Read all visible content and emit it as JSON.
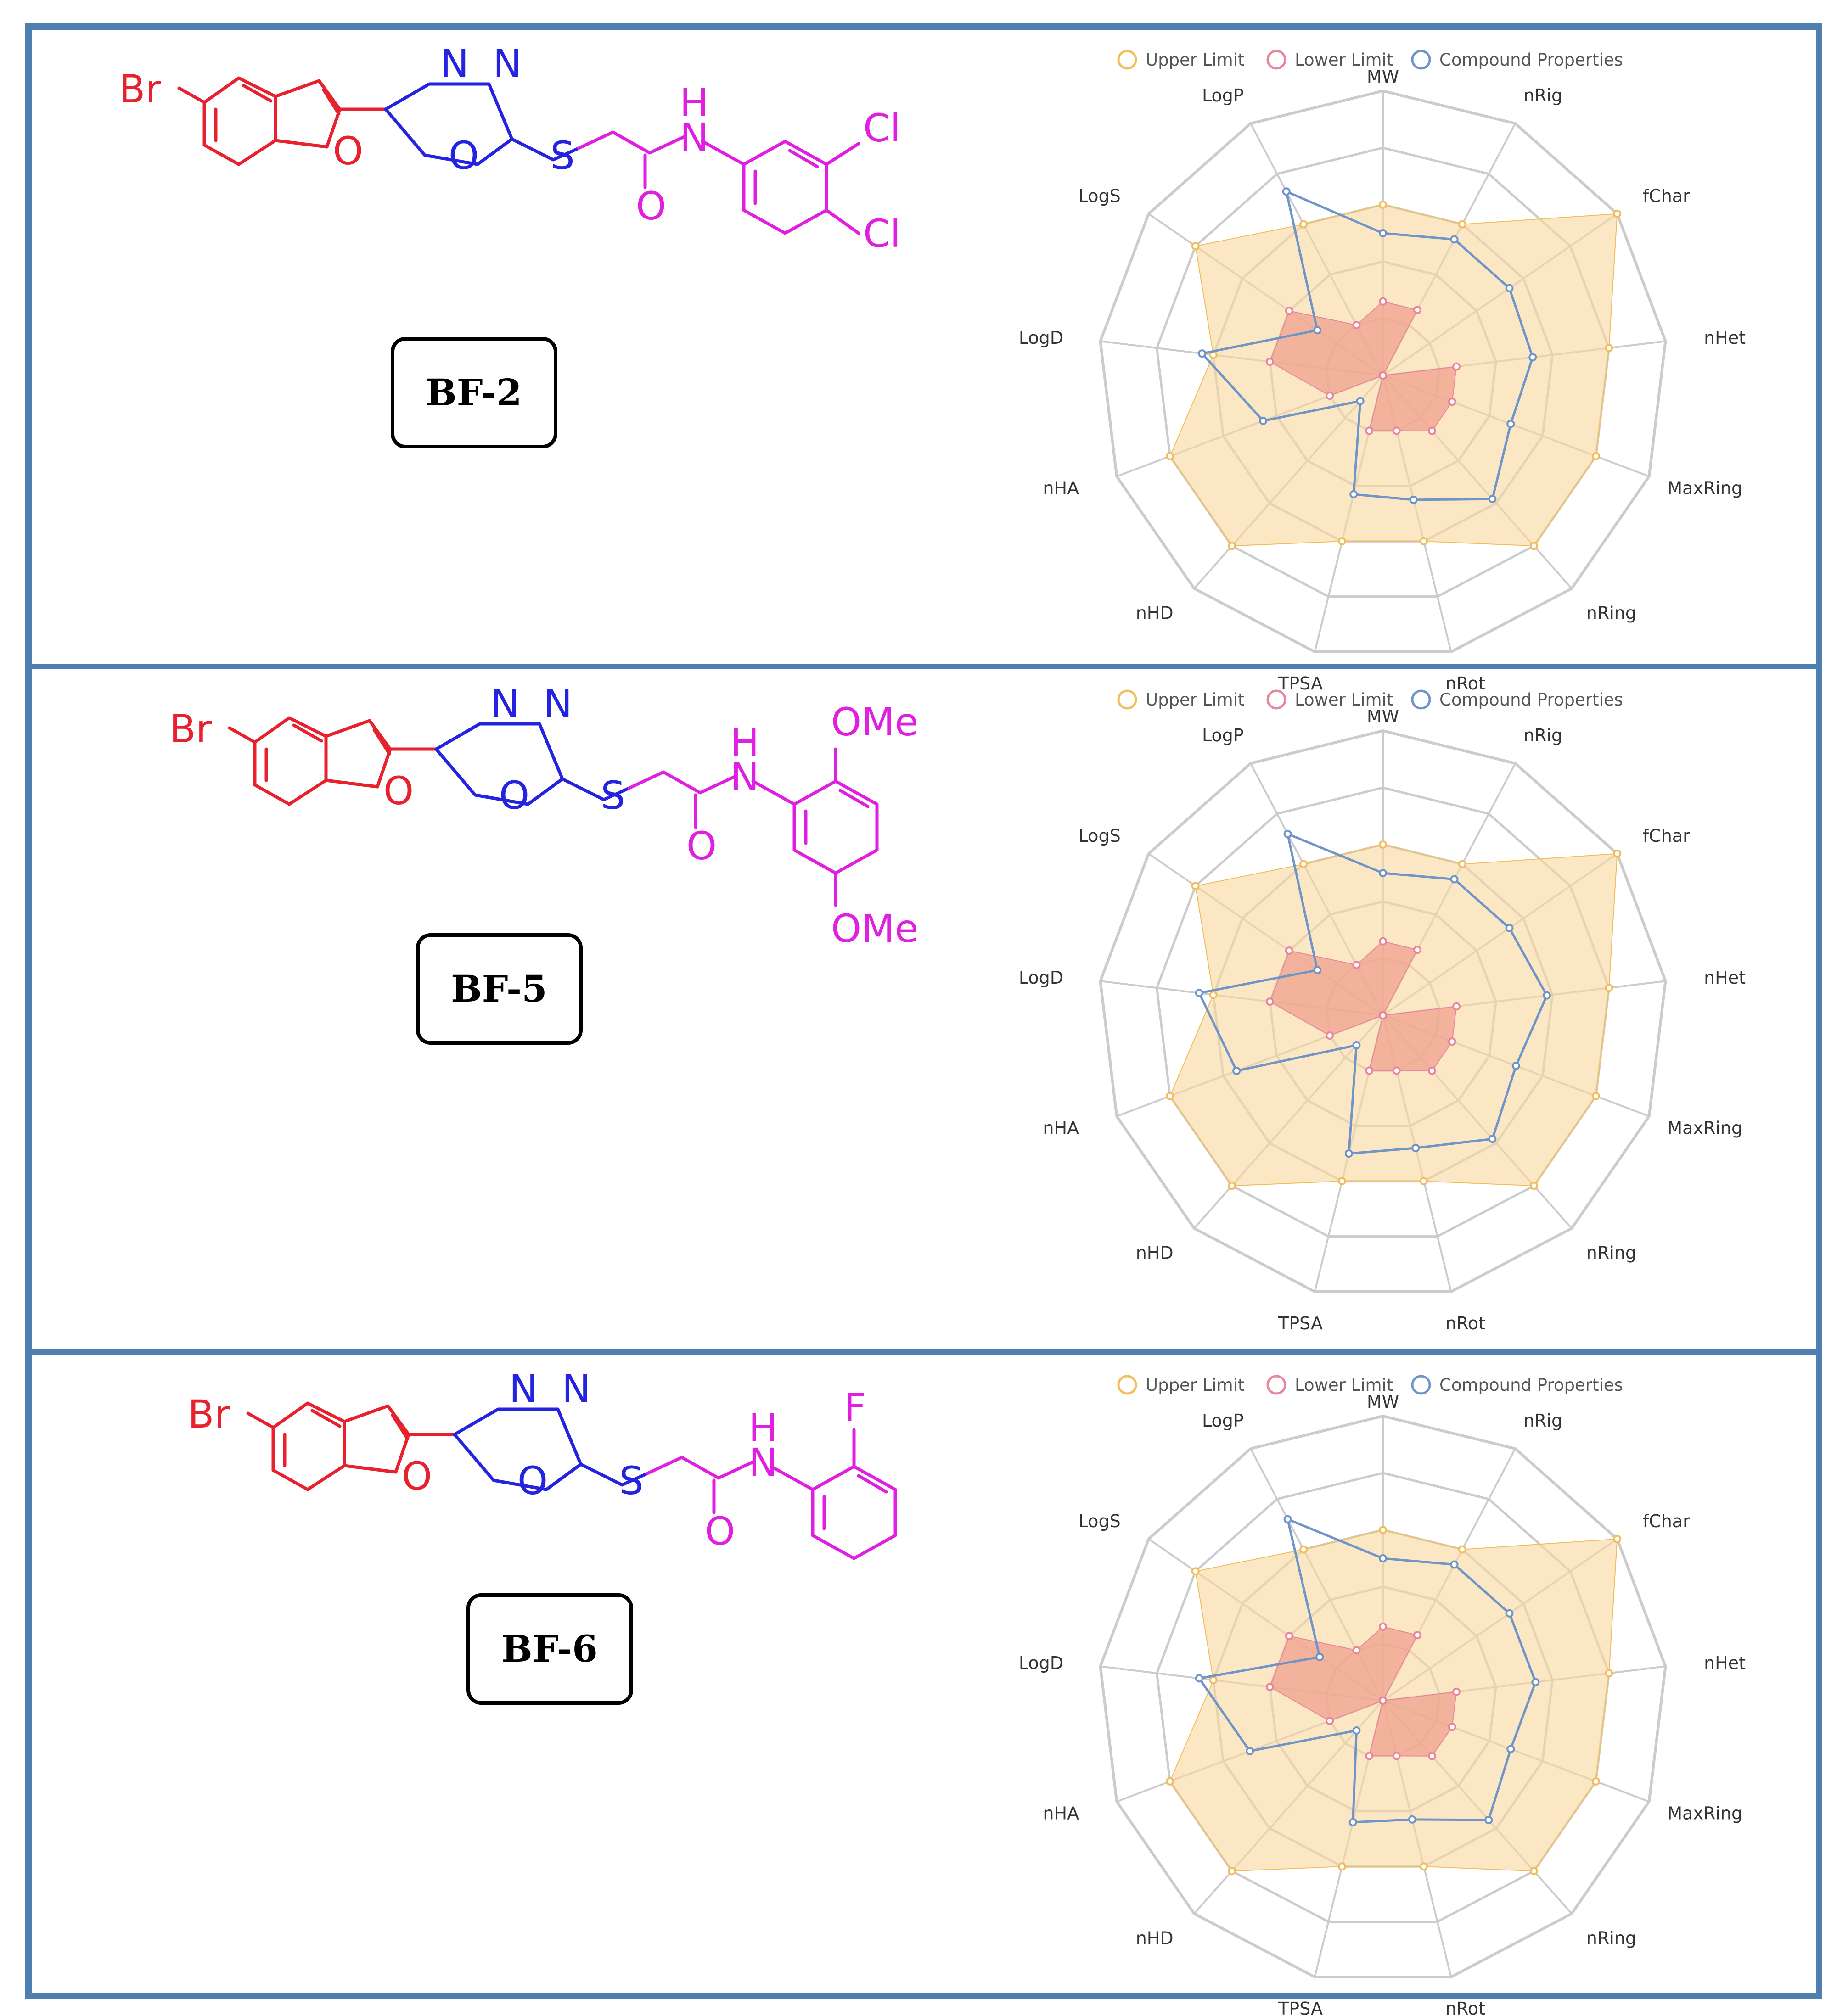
{
  "colors": {
    "border": "#4f7fb0",
    "grid": "#cccccc",
    "upper": "#f2bd5c",
    "upper_fill": "#f9d79c",
    "lower": "#e8869d",
    "lower_fill": "#f0a08e",
    "compound": "#6f95c8",
    "benzofuran": "#e8212f",
    "oxadiazole": "#2323e0",
    "amide": "#e020e0"
  },
  "legend": [
    "Upper Limit",
    "Lower Limit",
    "Compound Properties"
  ],
  "axes": [
    "MW",
    "nRig",
    "fChar",
    "nHet",
    "MaxRing",
    "nRing",
    "nRot",
    "TPSA",
    "nHD",
    "nHA",
    "LogD",
    "LogS",
    "LogP"
  ],
  "panels": [
    {
      "compound_label": "BF-2",
      "atoms": {
        "br": "Br",
        "n1": "N",
        "n2": "N",
        "o_ring": "O",
        "o_oxa": "O",
        "s": "S",
        "o_carbonyl": "O",
        "h": "H",
        "n_amide": "N",
        "sub1": "Cl",
        "sub2": "Cl"
      },
      "substituent": "dichloro",
      "chart_data": {
        "type": "radar",
        "axes": [
          "MW",
          "nRig",
          "fChar",
          "nHet",
          "MaxRing",
          "nRing",
          "nRot",
          "TPSA",
          "nHD",
          "nHA",
          "LogD",
          "LogS",
          "LogP"
        ],
        "rings": 5,
        "series": [
          {
            "name": "Upper Limit",
            "values": [
              0.6,
              0.6,
              1.0,
              0.8,
              0.8,
              0.8,
              0.6,
              0.6,
              0.8,
              0.8,
              0.6,
              0.8,
              0.6
            ]
          },
          {
            "name": "Lower Limit",
            "values": [
              0.26,
              0.26,
              0.0,
              0.26,
              0.26,
              0.26,
              0.2,
              0.2,
              0.0,
              0.2,
              0.4,
              0.4,
              0.2
            ]
          },
          {
            "name": "Compound Properties",
            "values": [
              0.5,
              0.54,
              0.54,
              0.53,
              0.48,
              0.58,
              0.45,
              0.43,
              0.12,
              0.45,
              0.64,
              0.28,
              0.73
            ]
          }
        ]
      }
    },
    {
      "compound_label": "BF-5",
      "atoms": {
        "br": "Br",
        "n1": "N",
        "n2": "N",
        "o_ring": "O",
        "o_oxa": "O",
        "s": "S",
        "o_carbonyl": "O",
        "h": "H",
        "n_amide": "N",
        "sub1": "OMe",
        "sub2": "OMe"
      },
      "substituent": "dimethoxy",
      "chart_data": {
        "type": "radar",
        "axes": [
          "MW",
          "nRig",
          "fChar",
          "nHet",
          "MaxRing",
          "nRing",
          "nRot",
          "TPSA",
          "nHD",
          "nHA",
          "LogD",
          "LogS",
          "LogP"
        ],
        "rings": 5,
        "series": [
          {
            "name": "Upper Limit",
            "values": [
              0.6,
              0.6,
              1.0,
              0.8,
              0.8,
              0.8,
              0.6,
              0.6,
              0.8,
              0.8,
              0.6,
              0.8,
              0.6
            ]
          },
          {
            "name": "Lower Limit",
            "values": [
              0.26,
              0.26,
              0.0,
              0.26,
              0.26,
              0.26,
              0.2,
              0.2,
              0.0,
              0.2,
              0.4,
              0.4,
              0.2
            ]
          },
          {
            "name": "Compound Properties",
            "values": [
              0.5,
              0.54,
              0.54,
              0.58,
              0.5,
              0.58,
              0.48,
              0.5,
              0.14,
              0.55,
              0.65,
              0.28,
              0.72
            ]
          }
        ]
      }
    },
    {
      "compound_label": "BF-6",
      "atoms": {
        "br": "Br",
        "n1": "N",
        "n2": "N",
        "o_ring": "O",
        "o_oxa": "O",
        "s": "S",
        "o_carbonyl": "O",
        "h": "H",
        "n_amide": "N",
        "sub1": "F",
        "sub2": ""
      },
      "substituent": "fluoro",
      "chart_data": {
        "type": "radar",
        "axes": [
          "MW",
          "nRig",
          "fChar",
          "nHet",
          "MaxRing",
          "nRing",
          "nRot",
          "TPSA",
          "nHD",
          "nHA",
          "LogD",
          "LogS",
          "LogP"
        ],
        "rings": 5,
        "series": [
          {
            "name": "Upper Limit",
            "values": [
              0.6,
              0.6,
              1.0,
              0.8,
              0.8,
              0.8,
              0.6,
              0.6,
              0.8,
              0.8,
              0.6,
              0.8,
              0.6
            ]
          },
          {
            "name": "Lower Limit",
            "values": [
              0.26,
              0.26,
              0.0,
              0.26,
              0.26,
              0.26,
              0.2,
              0.2,
              0.0,
              0.2,
              0.4,
              0.4,
              0.2
            ]
          },
          {
            "name": "Compound Properties",
            "values": [
              0.5,
              0.54,
              0.54,
              0.54,
              0.48,
              0.56,
              0.43,
              0.44,
              0.14,
              0.5,
              0.65,
              0.27,
              0.72
            ]
          }
        ]
      }
    }
  ]
}
